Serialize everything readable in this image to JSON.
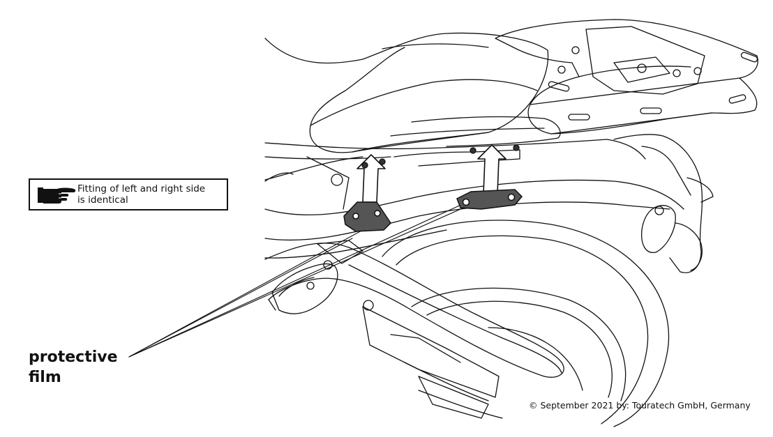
{
  "note": {
    "icon": "pointing-hand-icon",
    "text": "Fitting of left and right side\nis identical"
  },
  "callout": {
    "label": "protective\nfilm"
  },
  "footer": {
    "copyright": "© September 2021 by: Touratech GmbH, Germany"
  },
  "colors": {
    "line": "#111111",
    "plate_fill": "#555555",
    "background": "#ffffff"
  }
}
